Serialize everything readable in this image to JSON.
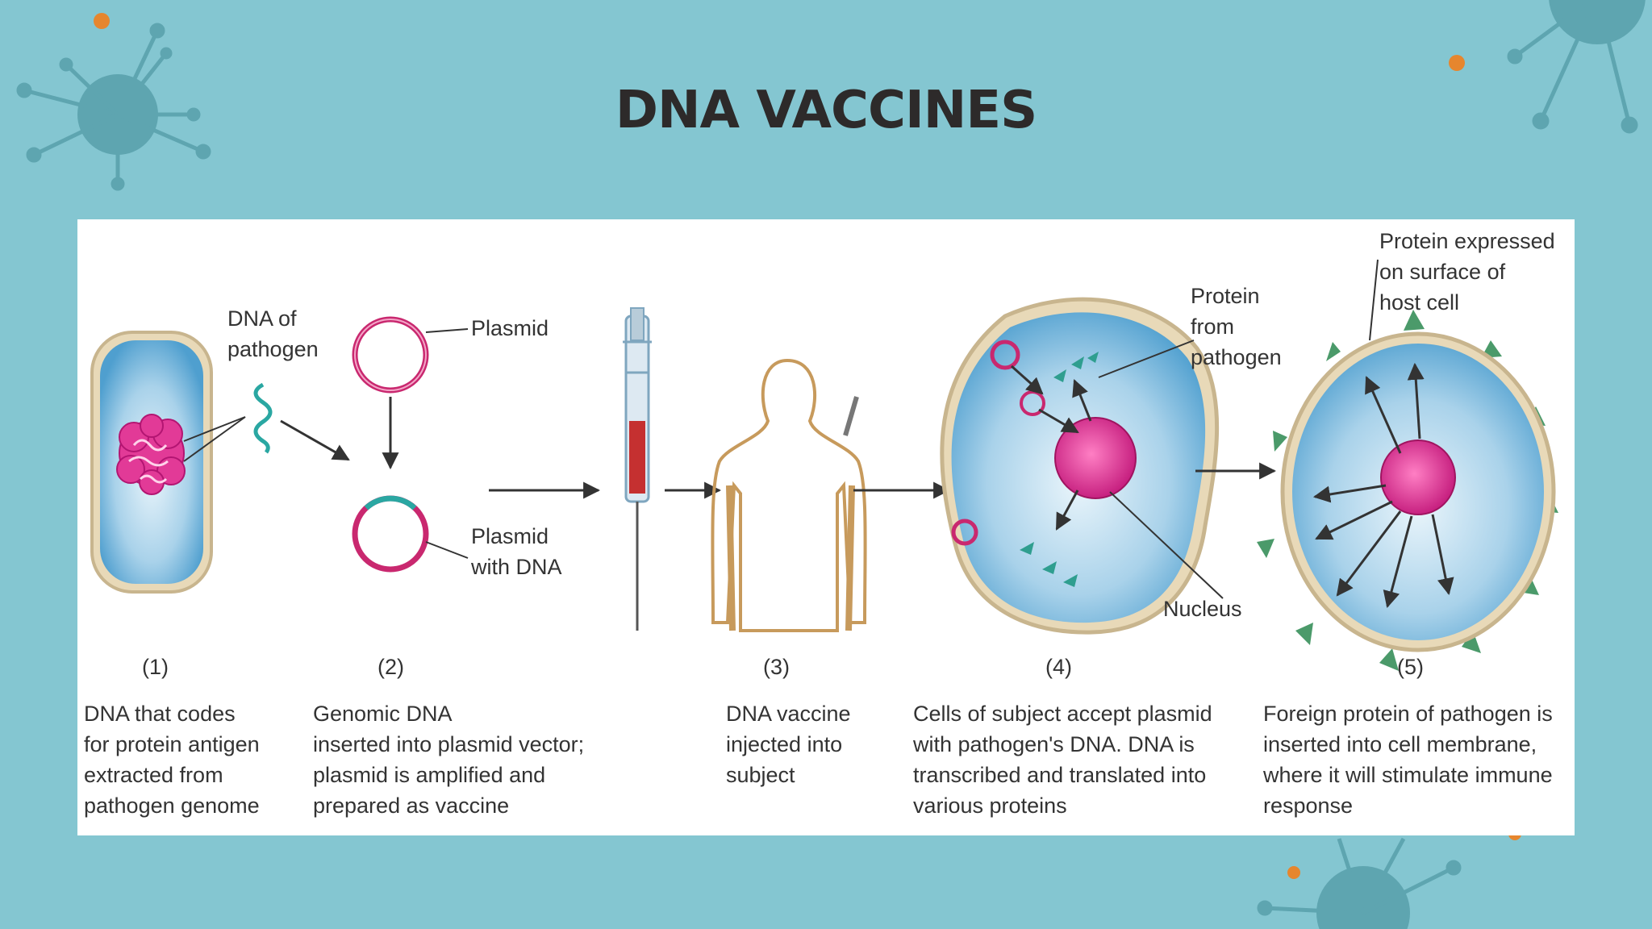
{
  "slide": {
    "title": "DNA VACCINES",
    "colors": {
      "background": "#84c6d1",
      "title": "#2d2a2a",
      "virus": "#5ea5b0",
      "dot": "#e6862e",
      "panel": "#ffffff"
    }
  },
  "diagram": {
    "labels": {
      "dna_of_pathogen": [
        "DNA of",
        "pathogen"
      ],
      "plasmid": "Plasmid",
      "plasmid_with_dna": [
        "Plasmid",
        "with DNA"
      ],
      "protein_from_pathogen": [
        "Protein",
        "from",
        "pathogen"
      ],
      "nucleus": "Nucleus",
      "protein_expressed": [
        "Protein expressed",
        "on surface of",
        "host cell"
      ]
    },
    "steps": [
      {
        "number": "(1)",
        "caption": [
          "DNA that codes",
          "for protein antigen",
          "extracted from",
          "pathogen genome"
        ]
      },
      {
        "number": "(2)",
        "caption": [
          "Genomic DNA",
          "inserted into plasmid vector;",
          "plasmid is amplified and",
          "prepared as vaccine"
        ]
      },
      {
        "number": "(3)",
        "caption": [
          "DNA vaccine",
          "injected into",
          "subject"
        ]
      },
      {
        "number": "(4)",
        "caption": [
          "Cells of subject accept plasmid",
          "with pathogen's DNA. DNA is",
          "transcribed and translated into",
          "various proteins"
        ]
      },
      {
        "number": "(5)",
        "caption": [
          "Foreign protein of pathogen is",
          "inserted into cell membrane,",
          "where it will stimulate immune",
          "response"
        ]
      }
    ]
  }
}
